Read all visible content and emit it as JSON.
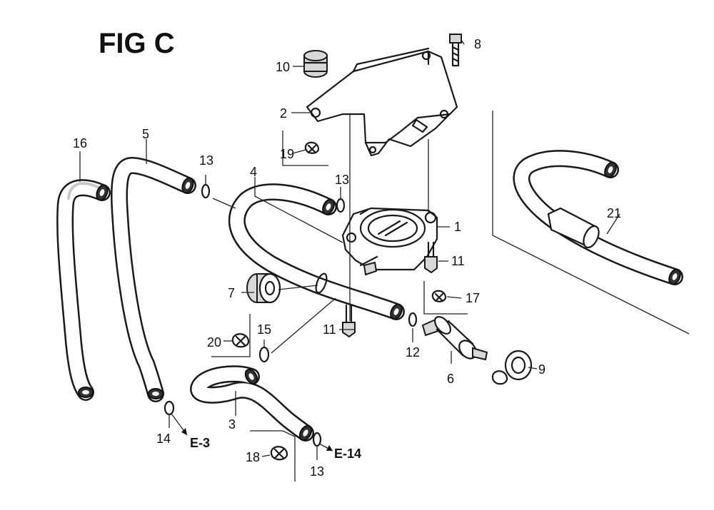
{
  "figure": {
    "title": "FIG C"
  },
  "callouts": {
    "c1": "1",
    "c2": "2",
    "c3": "3",
    "c4": "4",
    "c5": "5",
    "c6": "6",
    "c7": "7",
    "c8": "8",
    "c9": "9",
    "c10": "10",
    "c11a": "11",
    "c11b": "11",
    "c12": "12",
    "c13a": "13",
    "c13b": "13",
    "c13c": "13",
    "c14": "14",
    "c15": "15",
    "c16": "16",
    "c17": "17",
    "c18": "18",
    "c19": "19",
    "c20": "20",
    "c21": "21"
  },
  "references": {
    "e3": "E-3",
    "e14": "E-14"
  }
}
